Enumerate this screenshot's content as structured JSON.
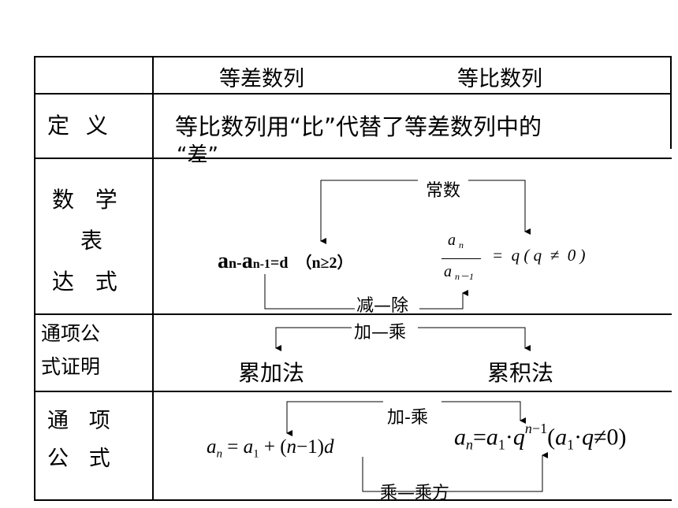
{
  "header": {
    "arithmetic": "等差数列",
    "geometric": "等比数列"
  },
  "rows": {
    "definition": {
      "label": "定 义",
      "text_line1": "等比数列用“比”代替了等差数列中的",
      "text_line2": "“差”"
    },
    "expression": {
      "label_line1": "数   学",
      "label_line2": "表",
      "label_line3": "达   式",
      "constant_label": "常数",
      "arith_formula": {
        "a1": "a",
        "s1": "n",
        "minus": "-",
        "a2": "a",
        "s2": "n-1",
        "eq": "=d",
        "cond": "（n≥2）"
      },
      "geo_formula": {
        "num_a": "a",
        "num_sub": "n",
        "den_a": "a",
        "den_sub": "n－1",
        "rhs": "=  q ( q  ≠  0 )"
      },
      "bottom_label": "减—除"
    },
    "proof": {
      "label_line1": "通项公",
      "label_line2": "式证明",
      "top_label": "加—乘",
      "left_method": "累加法",
      "right_method": "累积法"
    },
    "general": {
      "label_line1": "通   项",
      "label_line2": "公   式",
      "top_label": "加-乘",
      "bottom_label": "乘—乘方",
      "arith_formula": "a_n = a_1 + (n−1)d",
      "geo_formula": "a_n = a_1 · q^(n−1) (a_1 · q ≠ 0)"
    }
  }
}
